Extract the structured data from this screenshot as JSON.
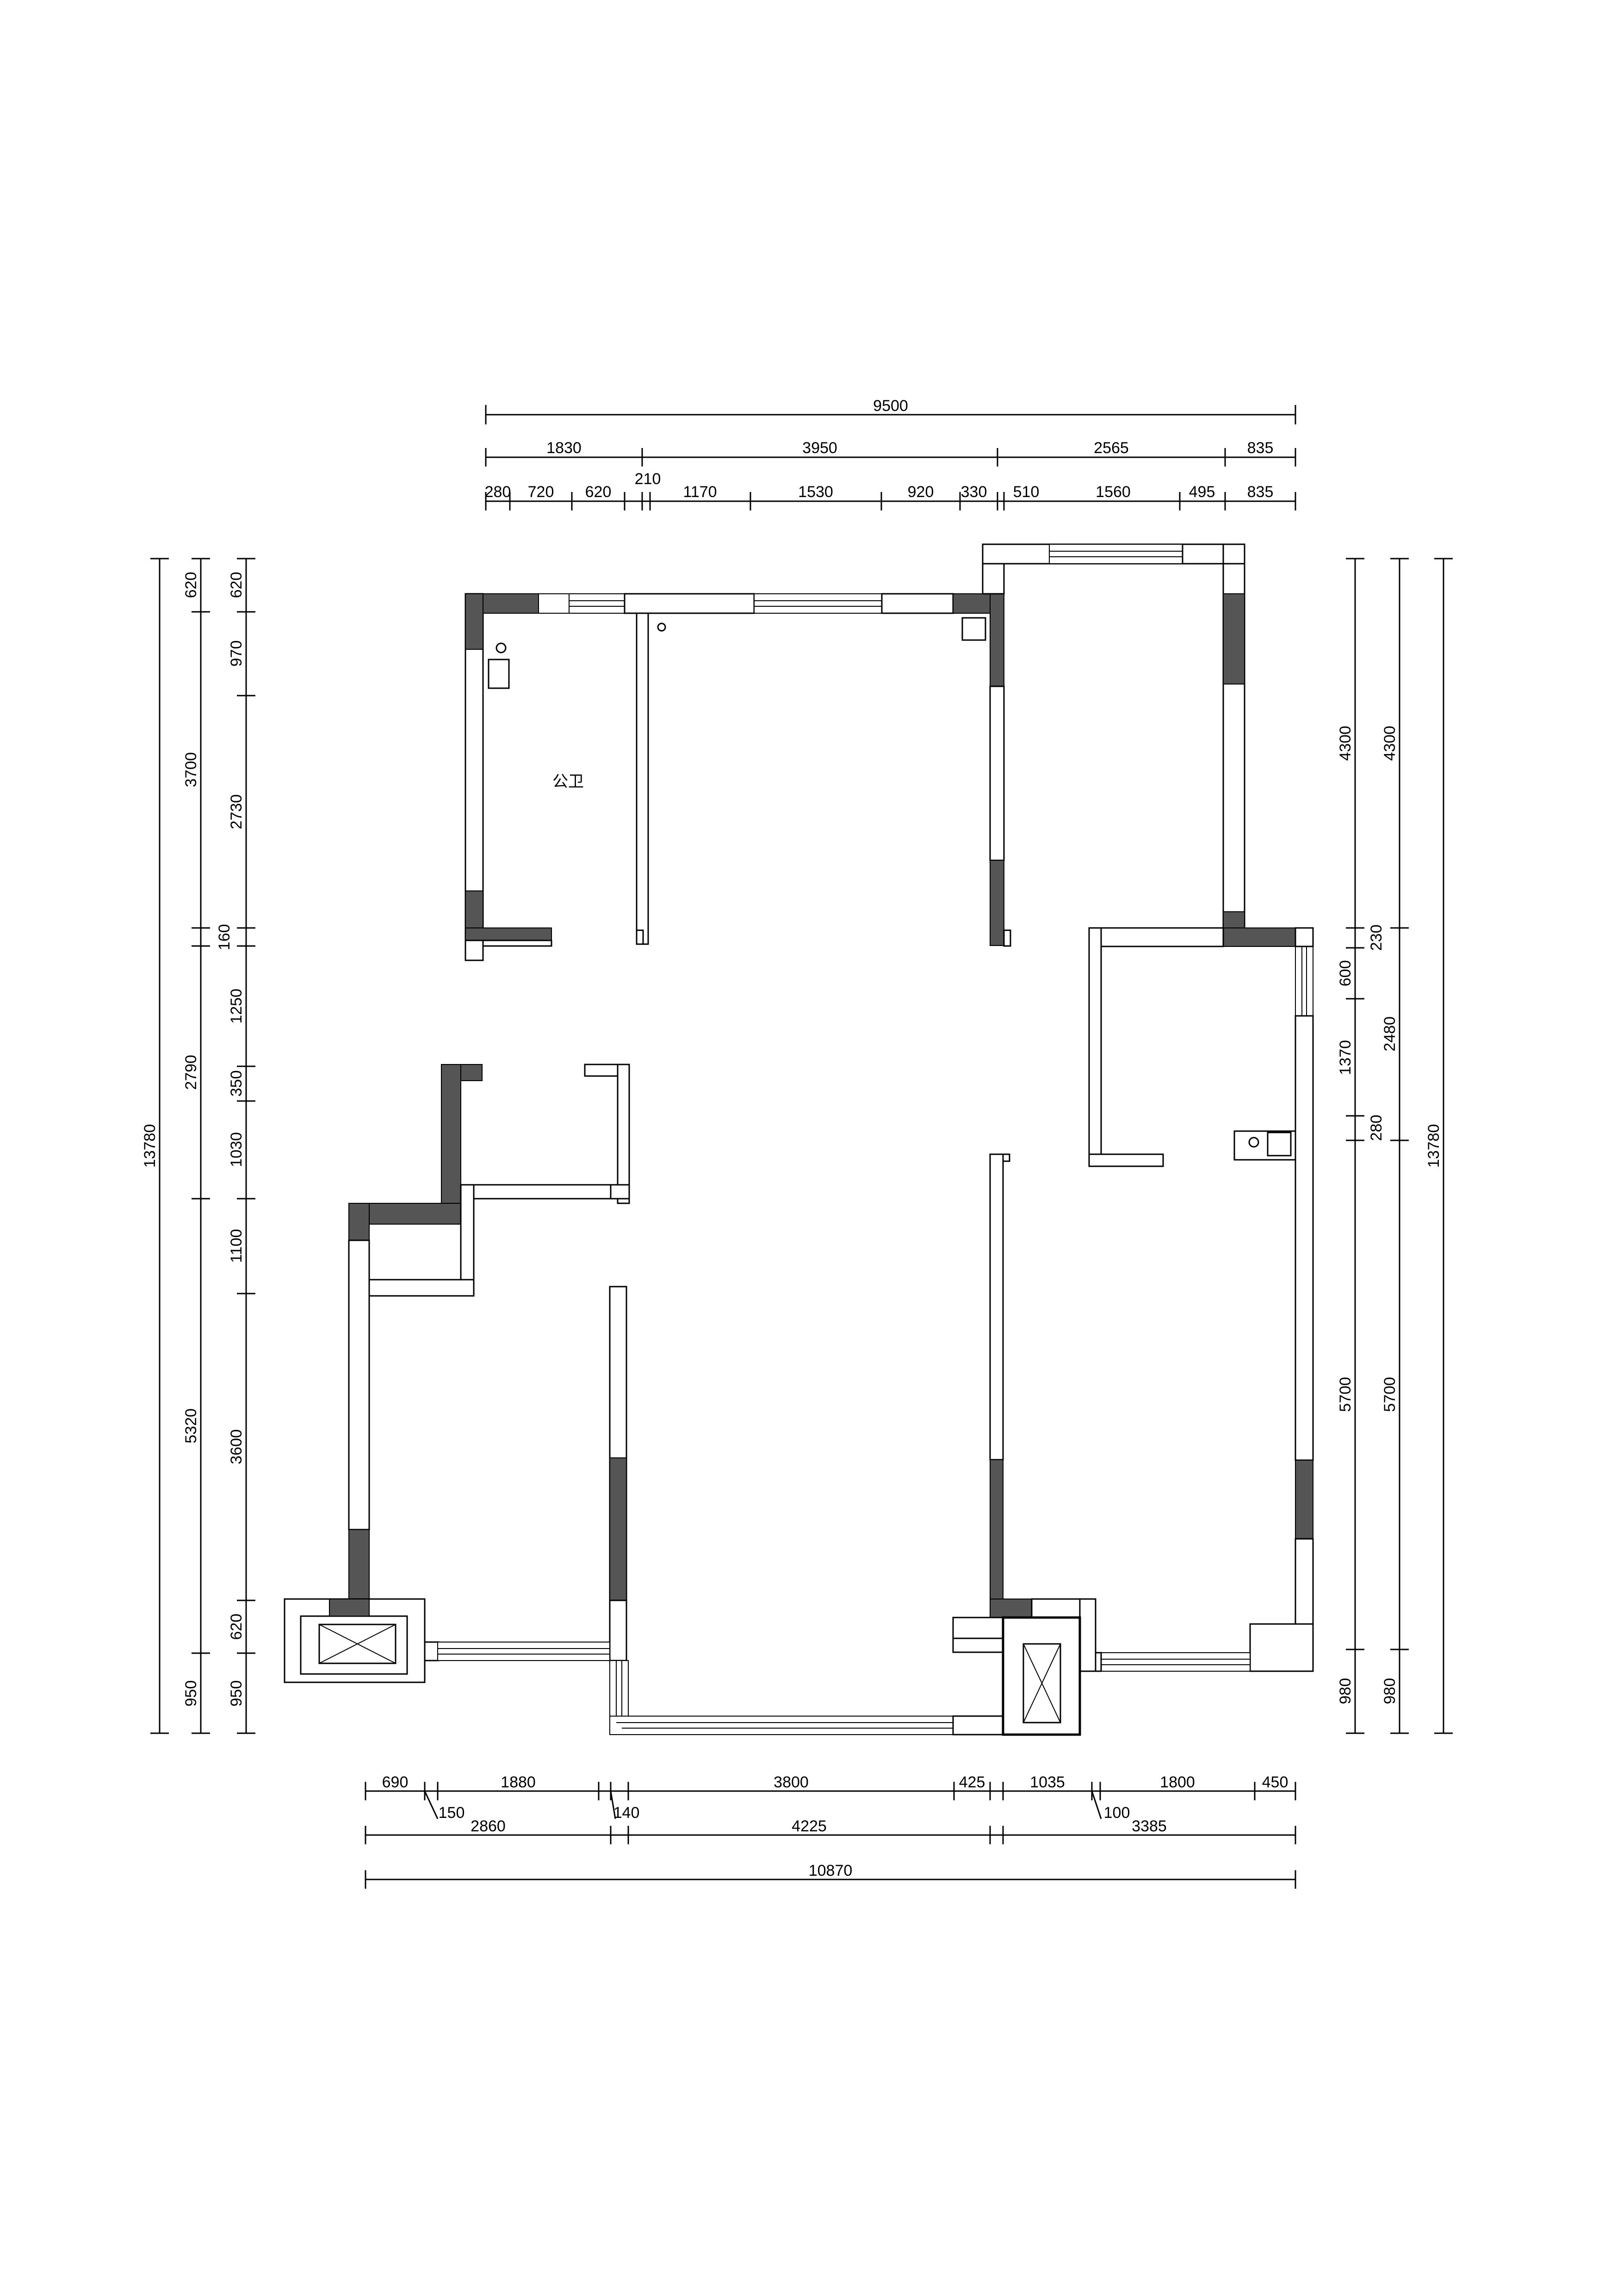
{
  "dimensions": {
    "top": {
      "overall": "9500",
      "row2": [
        "1830",
        "3950",
        "2565",
        "835"
      ],
      "row3": [
        "280",
        "720",
        "620",
        "210",
        "1170",
        "1530",
        "920",
        "330",
        "510",
        "1560",
        "495",
        "835"
      ]
    },
    "bottom": {
      "row1": [
        "690",
        "150",
        "1880",
        "140",
        "3800",
        "425",
        "1035",
        "100",
        "1800",
        "450"
      ],
      "row2": [
        "2860",
        "4225",
        "3385"
      ],
      "overall": "10870"
    },
    "left": {
      "overall": "13780",
      "outer": [
        "620",
        "3700",
        "160",
        "2790",
        "5320",
        "950"
      ],
      "inner": [
        "620",
        "970",
        "2730",
        "1250",
        "350",
        "1030",
        "1100",
        "3600",
        "620",
        "950"
      ]
    },
    "right": {
      "inner": [
        "4300",
        "230",
        "600",
        "1370",
        "280",
        "5700",
        "980"
      ],
      "outer": [
        "4300",
        "2480",
        "5700",
        "980"
      ],
      "overall": "13780"
    }
  },
  "rooms": {
    "public_bathroom": "公卫"
  },
  "colors": {
    "wall_fill": "#ffffff",
    "column_fill": "#555555",
    "line": "#000000"
  }
}
